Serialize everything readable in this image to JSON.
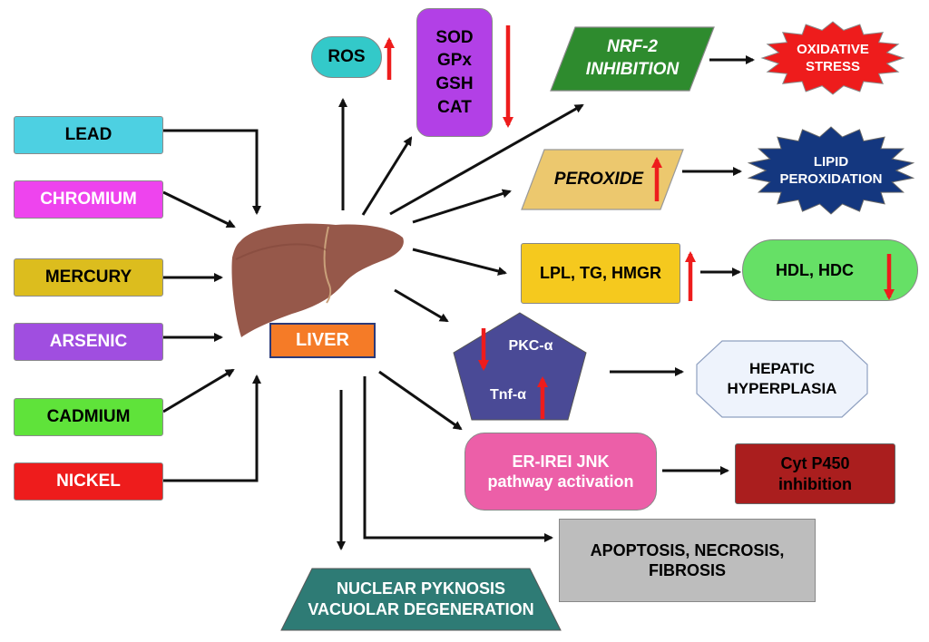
{
  "metals": [
    "LEAD",
    "CHROMIUM",
    "MERCURY",
    "ARSENIC",
    "CADMIUM",
    "NICKEL"
  ],
  "liver": "LIVER",
  "ros": "ROS",
  "antioxidants": [
    "SOD",
    "GPx",
    "GSH",
    "CAT"
  ],
  "nrf2": [
    "NRF-2",
    "INHIBITION"
  ],
  "oxidative_stress": [
    "OXIDATIVE",
    "STRESS"
  ],
  "peroxide": "PEROXIDE",
  "lipid_peroxidation": [
    "LIPID",
    "PEROXIDATION"
  ],
  "lipids": "LPL, TG, HMGR",
  "hdl": "HDL, HDC",
  "pkc": "PKC-α",
  "tnf": "Tnf-α",
  "hepatic_hyperplasia": [
    "HEPATIC",
    "HYPERPLASIA"
  ],
  "er_jnk": [
    "ER-IREI JNK",
    "pathway activation"
  ],
  "cyp450": [
    "Cyt P450",
    "inhibition"
  ],
  "apoptosis": [
    "APOPTOSIS, NECROSIS,",
    "FIBROSIS"
  ],
  "nuclear": [
    "NUCLEAR PYKNOSIS",
    "VACUOLAR DEGENERATION"
  ],
  "colors": {
    "lead": "#4dd0e2",
    "chromium": "#ee44ee",
    "mercury": "#dcbd1e",
    "arsenic": "#a04ee0",
    "cadmium": "#5fe33a",
    "nickel": "#ee1c1c",
    "liver_shape": "#96584a",
    "liver_label": "#f57b27",
    "ros": "#33c9c9",
    "antioxidants": "#b240e6",
    "nrf2": "#2e8b2e",
    "oxidative": "#ee1c1c",
    "peroxide": "#ecc86e",
    "lipid_burst": "#14377f",
    "lipids": "#f5c91e",
    "hdl": "#66e066",
    "pkc": "#4a4a96",
    "hyperplasia": "#eef3fc",
    "er_jnk": "#ec5fa8",
    "cyp450": "#aa1e1e",
    "apoptosis": "#bdbdbd",
    "nuclear": "#2e7b75",
    "up_down_arrow": "#ee1c1c"
  }
}
